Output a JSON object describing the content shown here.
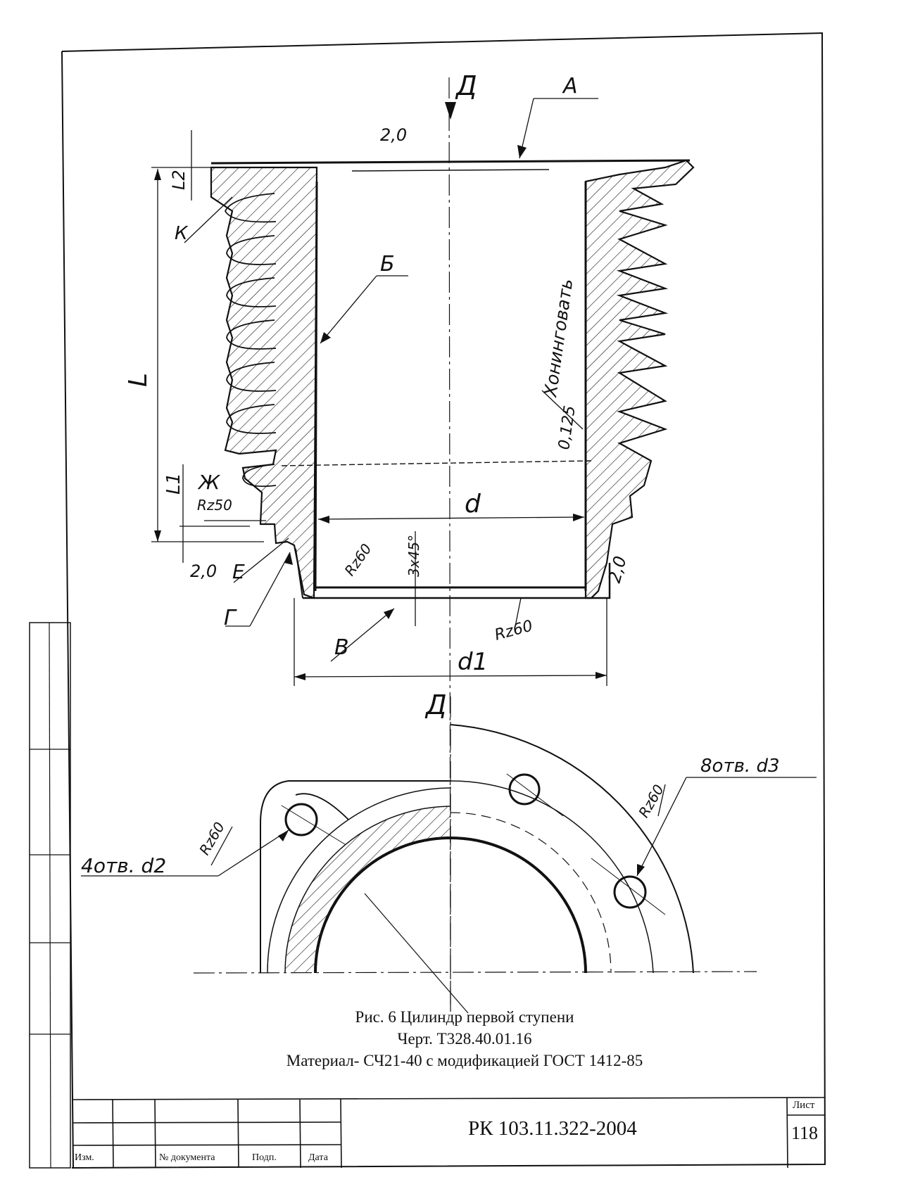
{
  "drawing": {
    "labels": {
      "section_mark_top": "Д",
      "section_mark_bottom": "Д",
      "A": "А",
      "B_cyr": "Б",
      "V": "В",
      "G": "Г",
      "E": "Е",
      "Zh": "Ж",
      "K": "К",
      "L": "L",
      "L1": "L1",
      "L2": "L2",
      "d": "d",
      "d1": "d1",
      "honing": "Хонинговать",
      "tol": "0,125",
      "rough_top": "2,0",
      "rough_right": "2,0",
      "rough_left_bottom": "2,0",
      "rz50": "Rz50",
      "rz60_bore": "Rz60",
      "rz60_bottom": "Rz60",
      "chamfer": "3x45°",
      "holes4": "4отв. d2",
      "holes8": "8отв. d3",
      "rz60_left_view": "Rz60",
      "rz60_right_view": "Rz60"
    }
  },
  "caption": {
    "line1": "Рис. 6  Цилиндр первой ступени",
    "line2": "Черт. Т328.40.01.16",
    "line3": "Материал- СЧ21-40 с модификацией ГОСТ 1412-85"
  },
  "title_block": {
    "doc_number": "РК 103.11.322-2004",
    "sheet_label": "Лист",
    "sheet_number": "118",
    "col_izm": "Изм.",
    "col_doc": "№ документа",
    "col_sign": "Подп.",
    "col_date": "Дата"
  }
}
